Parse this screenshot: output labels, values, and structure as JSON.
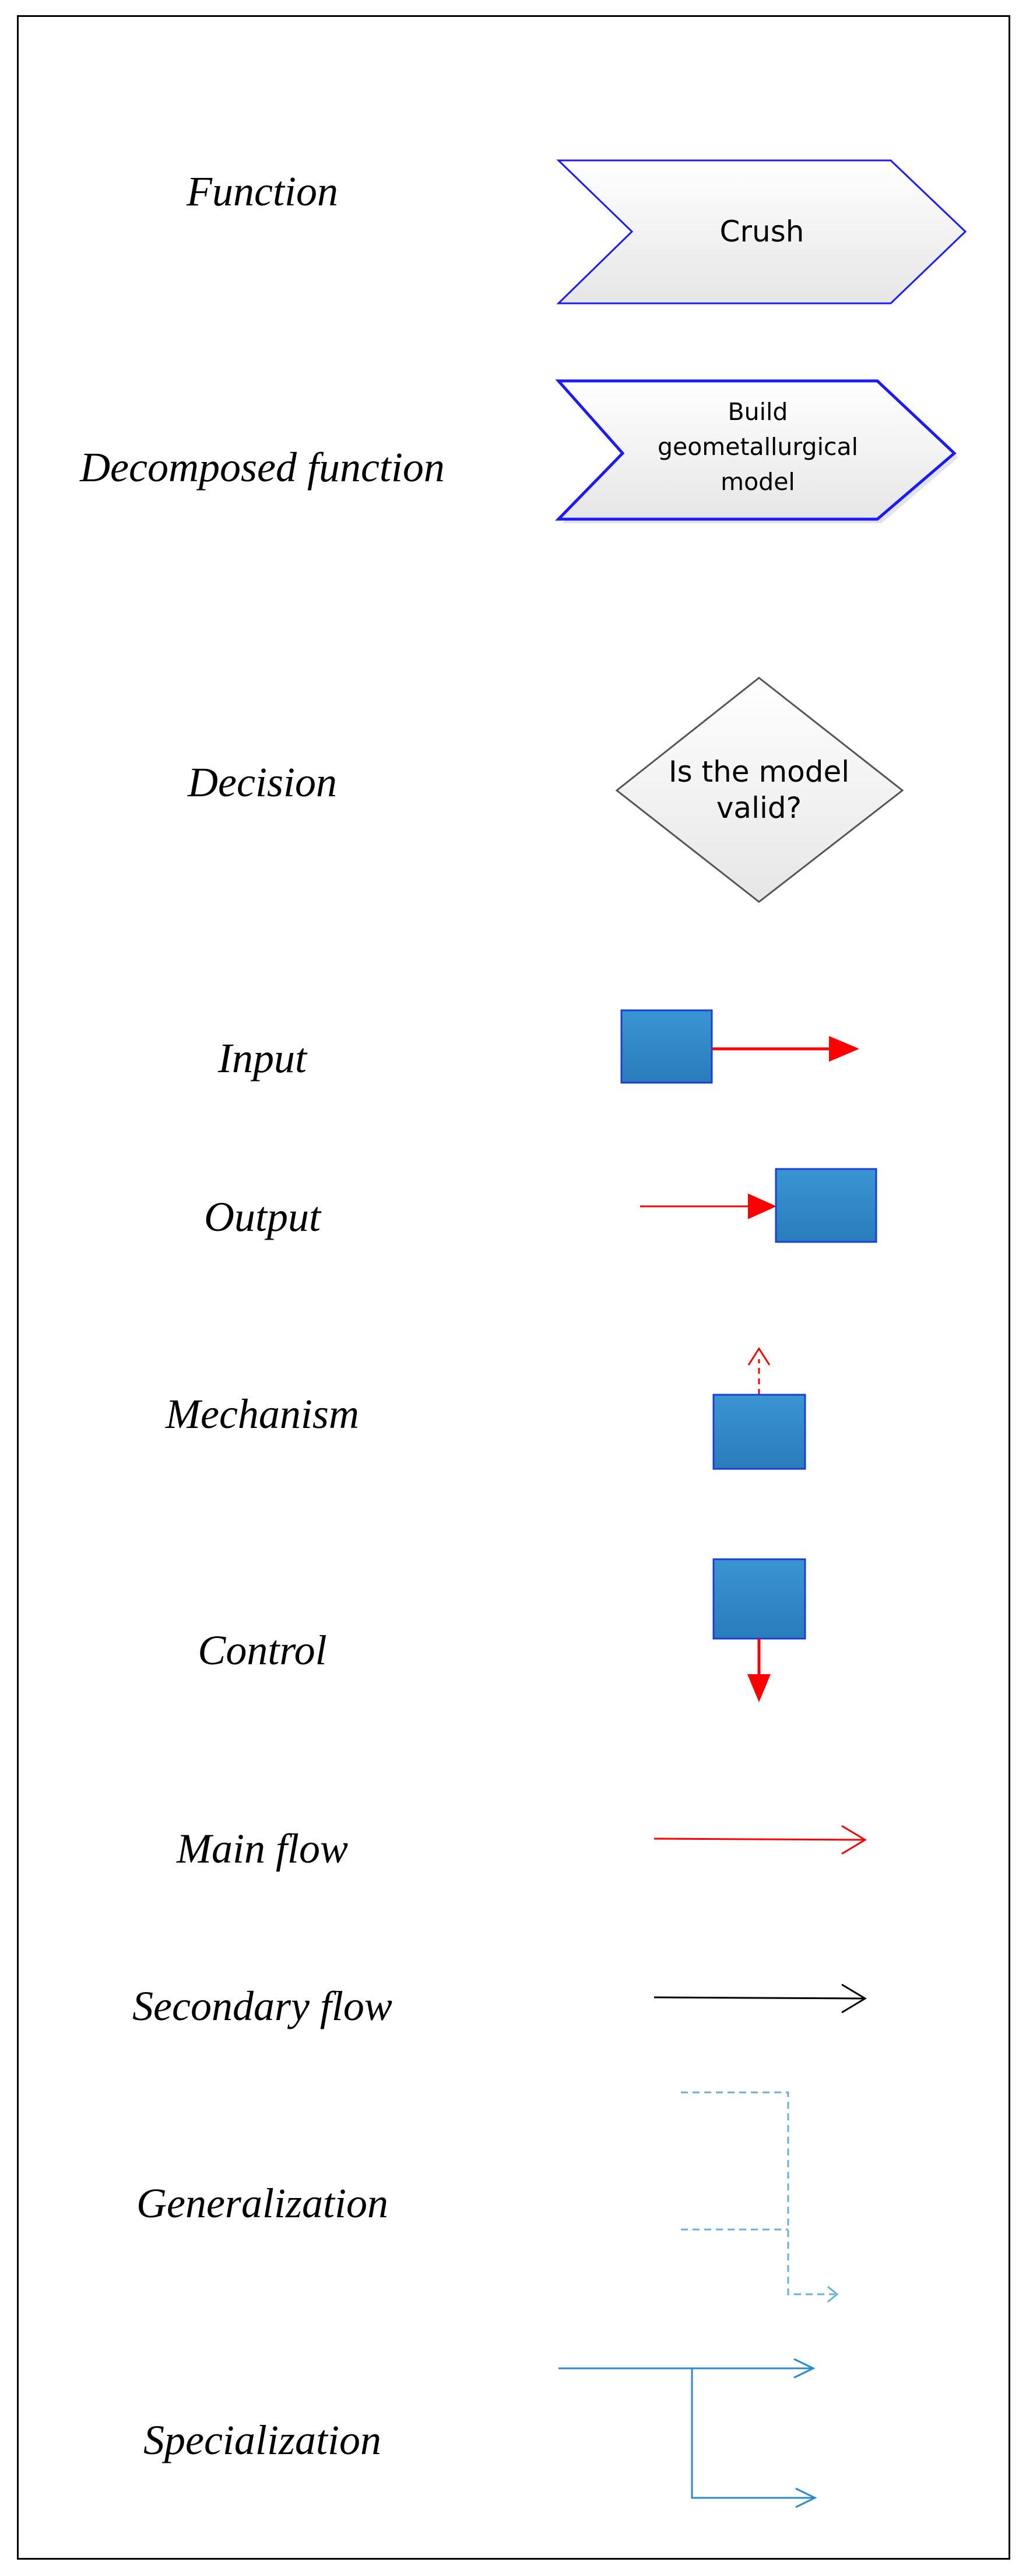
{
  "legend": {
    "function": {
      "label": "Function",
      "shape_text": "Crush"
    },
    "decomposed_function": {
      "label": "Decomposed function",
      "shape_text_lines": [
        "Build",
        "geometallurgical",
        "model"
      ]
    },
    "decision": {
      "label": "Decision",
      "shape_text_lines": [
        "Is the model",
        "valid?"
      ]
    },
    "input": {
      "label": "Input"
    },
    "output": {
      "label": "Output"
    },
    "mechanism": {
      "label": "Mechanism"
    },
    "control": {
      "label": "Control"
    },
    "main_flow": {
      "label": "Main flow"
    },
    "secondary_flow": {
      "label": "Secondary flow"
    },
    "generalization": {
      "label": "Generalization"
    },
    "specialization": {
      "label": "Specialization"
    }
  },
  "colors": {
    "shape_border_blue": "#1a1aff",
    "box_fill": "#2f86c4",
    "box_border": "#1a3fd6",
    "main_flow_red": "#ff0000",
    "secondary_flow_black": "#000000",
    "generalization_light_blue": "#6aaee0",
    "specialization_blue": "#2a8ad0",
    "decision_border": "#555555"
  }
}
